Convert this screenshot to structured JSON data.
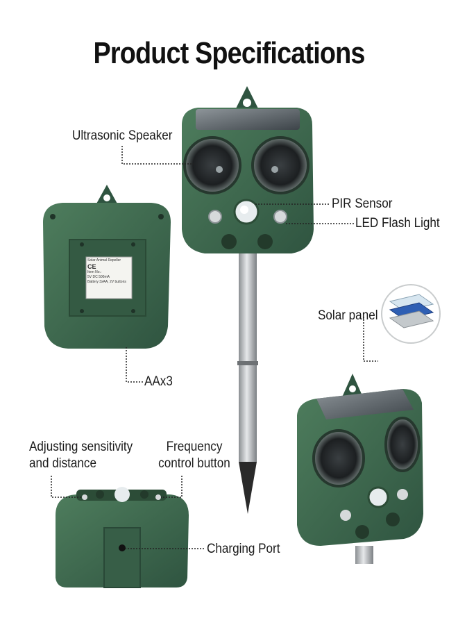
{
  "title": "Product Specifications",
  "labels": {
    "ultrasonic_speaker": "Ultrasonic Speaker",
    "pir_sensor": "PIR Sensor",
    "led_flash_light": "LED Flash Light",
    "solar_panel": "Solar panel",
    "battery": "AAx3",
    "adjusting_line1": "Adjusting sensitivity",
    "adjusting_line2": "and distance",
    "frequency_line1": "Frequency",
    "frequency_line2": "control button",
    "charging_port": "Charging Port"
  },
  "back_label": {
    "line1": "Solar Animal Repeller",
    "line2": "CE",
    "line3": "Item No.:",
    "line4": "5V DC 500mA",
    "line5": "Battery 3xAA, 2V buttons"
  },
  "colors": {
    "device_green": "#3f6b4d",
    "device_dark": "#2c4c37",
    "stake_silver": "#b9bcbf"
  }
}
